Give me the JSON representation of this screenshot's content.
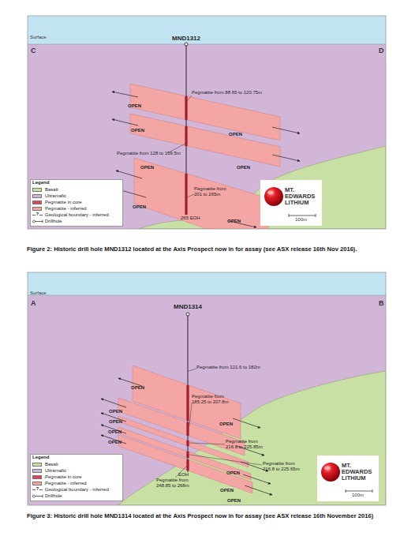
{
  "diagram": {
    "nodes": [
      {
        "text": [
          "MT. EDWARDS LITHIUM",
          "100m"
        ]
      },
      {
        "text": [
          "MT. EDWARDS LITHIUM",
          "100m"
        ]
      }
    ],
    "labels": [
      "Surface",
      "MND1312",
      "C",
      "D",
      "Pegmatite from 88.65 to 120.75m",
      "OPEN",
      "OPEN",
      "OPEN",
      "Pegmatite from 128 to 159.5m",
      "OPEN",
      "OPEN",
      "Pegmatite from 201 to 265m",
      "OPEN",
      "265 EOH",
      "OPEN",
      "Legend",
      "?",
      "Figure 2: Historic drill hole MND1312 located at the Axis Prospect now in for assay (see ASX release 16th Nov 2016).",
      "Surface",
      "MND1314",
      "A",
      "B",
      "Pegmatite from 121.6 to 182m",
      "OPEN",
      "Pegmatite from 185.25 to 207.8m",
      "OPEN",
      "OPEN",
      "OPEN",
      "OPEN",
      "Pegmatite from 216.8 to 225.85m",
      "OPEN",
      "Pegmatite from 216.8 to 225.65m",
      "EOH",
      "OPEN",
      "Pegmatite from 248.85 to 268m",
      "OPEN",
      "Legend",
      "?",
      "OPEN",
      "Figure 3: Historic drill hole MND1314 located at the Axis Prospect now in for assay (see ASX release 16th November 2016)"
    ],
    "legend": [
      {
        "text": "Basalt",
        "color": "#c8e0a3"
      },
      {
        "text": "Ultramafic",
        "color": "#d1b6d8"
      },
      {
        "text": "Pegmatite in core",
        "color": "#e0435a"
      },
      {
        "text": "Pegmatite - inferred",
        "color": "#f4a6a4"
      },
      {
        "text": "Geological boundary - inferred"
      },
      {
        "text": "Drillhole"
      },
      {
        "text": "Basalt",
        "color": "#c8e0a3"
      },
      {
        "text": "Ultramafic",
        "color": "#d1b6d8"
      },
      {
        "text": "Pegmatite in core",
        "color": "#e0435a"
      },
      {
        "text": "Pegmatite - inferred",
        "color": "#f4a6a4"
      },
      {
        "text": "Geological boundary - inferred"
      },
      {
        "text": "Drillhole"
      }
    ]
  }
}
